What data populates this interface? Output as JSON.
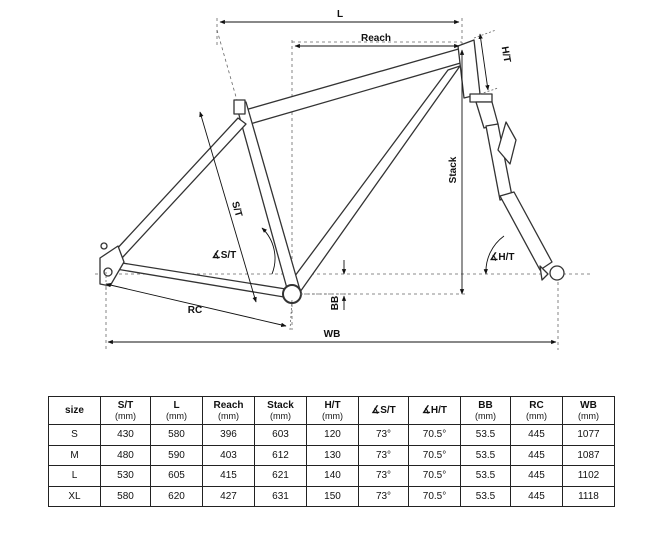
{
  "diagram": {
    "labels": {
      "l": "L",
      "reach": "Reach",
      "ht": "H/T",
      "stack": "Stack",
      "st": "S/T",
      "st_angle": "∡S/T",
      "ht_angle": "∡H/T",
      "rc": "RC",
      "bb": "BB",
      "wb": "WB"
    }
  },
  "table": {
    "headers": [
      {
        "label": "size",
        "unit": ""
      },
      {
        "label": "S/T",
        "unit": "(mm)"
      },
      {
        "label": "L",
        "unit": "(mm)"
      },
      {
        "label": "Reach",
        "unit": "(mm)"
      },
      {
        "label": "Stack",
        "unit": "(mm)"
      },
      {
        "label": "H/T",
        "unit": "(mm)"
      },
      {
        "label": "∡S/T",
        "unit": ""
      },
      {
        "label": "∡H/T",
        "unit": ""
      },
      {
        "label": "BB",
        "unit": "(mm)"
      },
      {
        "label": "RC",
        "unit": "(mm)"
      },
      {
        "label": "WB",
        "unit": "(mm)"
      }
    ],
    "rows": [
      [
        "S",
        "430",
        "580",
        "396",
        "603",
        "120",
        "73°",
        "70.5°",
        "53.5",
        "445",
        "1077"
      ],
      [
        "M",
        "480",
        "590",
        "403",
        "612",
        "130",
        "73°",
        "70.5°",
        "53.5",
        "445",
        "1087"
      ],
      [
        "L",
        "530",
        "605",
        "415",
        "621",
        "140",
        "73°",
        "70.5°",
        "53.5",
        "445",
        "1102"
      ],
      [
        "XL",
        "580",
        "620",
        "427",
        "631",
        "150",
        "73°",
        "70.5°",
        "53.5",
        "445",
        "1118"
      ]
    ]
  }
}
